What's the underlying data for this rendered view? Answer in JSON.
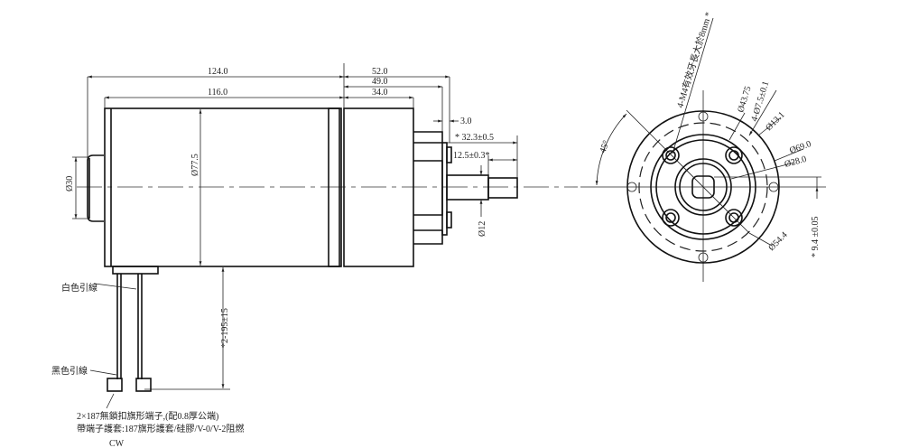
{
  "side_view": {
    "dims": {
      "overall_length": "124.0",
      "body_length": "116.0",
      "front_52": "52.0",
      "front_49": "49.0",
      "front_34": "34.0",
      "flange_3": "3.0",
      "shaft_length": "* 32.3±0.5",
      "shaft_step": "12.5±0.3*",
      "shaft_dia": "Ø12",
      "body_dia": "Ø77.5",
      "cap_dia": "Ø30",
      "lead_length": "*2-195±15"
    },
    "labels": {
      "white_lead": "白色引線",
      "black_lead": "黑色引線",
      "terminal_note_1": "2×187無鎖扣旗形端子,(配0.8厚公端)",
      "terminal_note_2": "帶端子護套:187旗形護套/硅膠/V-0/V-2阻燃",
      "rotation": "CW"
    }
  },
  "front_view": {
    "dims": {
      "thread": "4-M4有效牙長大於8mm *",
      "angle": "45°",
      "d43": "Ø43.75",
      "d75": "4-Ø7.5±0.1",
      "d13": "Ø13.1",
      "d69": "Ø69.0",
      "d28": "Ø28.0",
      "d54": "Ø54.4",
      "flat": "* 9.4 ±0.05"
    }
  }
}
